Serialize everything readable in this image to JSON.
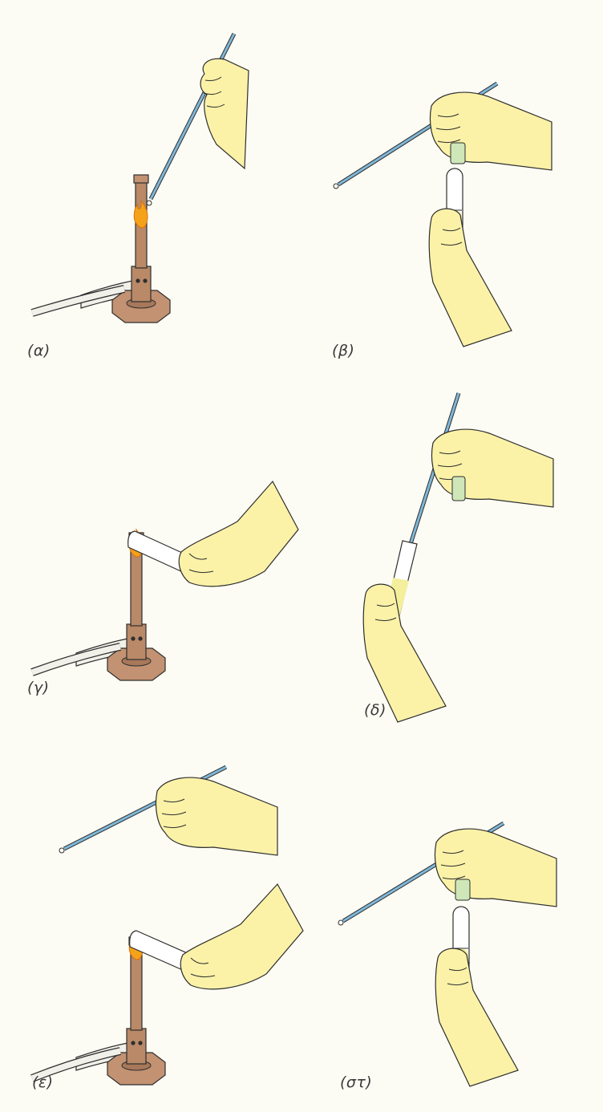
{
  "panels": [
    {
      "id": "a",
      "label": "(α)"
    },
    {
      "id": "b",
      "label": "(β)"
    },
    {
      "id": "g",
      "label": "(γ)"
    },
    {
      "id": "d",
      "label": "(δ)"
    },
    {
      "id": "e",
      "label": "(ε)"
    },
    {
      "id": "st",
      "label": "(στ)"
    }
  ],
  "colors": {
    "background": "#fdfcf4",
    "skin": "#fbf2a8",
    "outline": "#2e2e2e",
    "burner": "#b98968",
    "flame": "#f4a21a",
    "loop": "#7fb7d8",
    "culture_liquid": "#f3ef9c",
    "cap_green": "#cfe7b8",
    "hose": "#f1f1ea"
  },
  "icons": [
    "bunsen-burner-icon",
    "inoculating-loop-icon",
    "hand-icon",
    "test-tube-icon",
    "flame-icon"
  ]
}
